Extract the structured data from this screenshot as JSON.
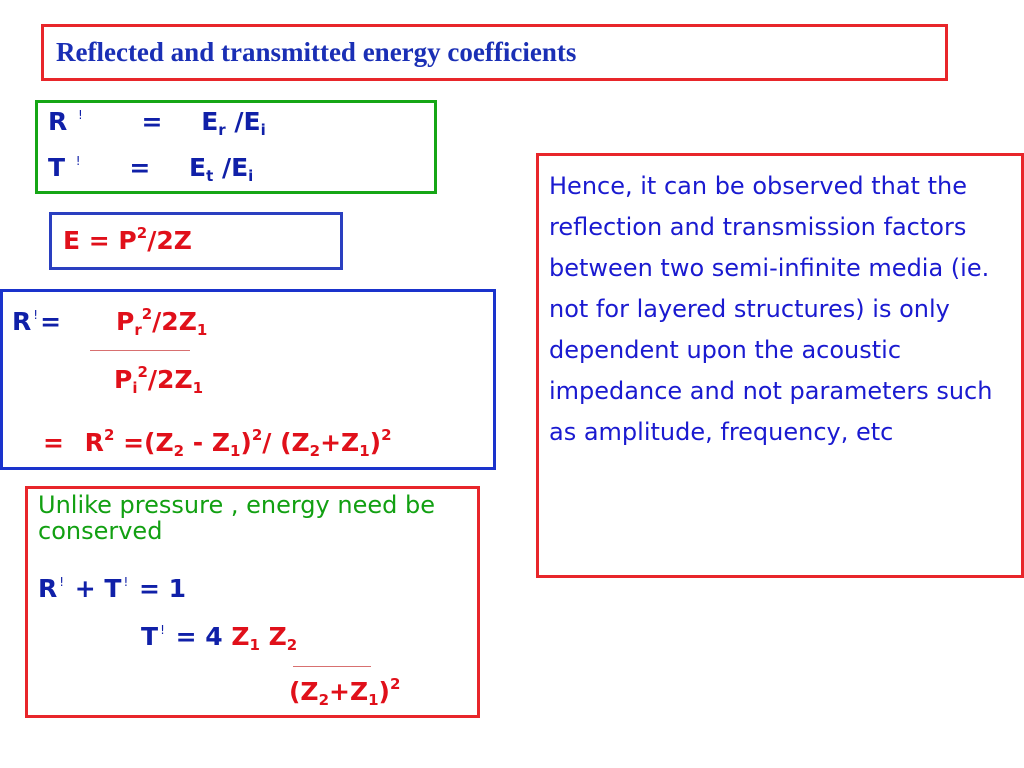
{
  "title": "Reflected and transmitted energy coefficients",
  "defs": {
    "r_sym": "R",
    "t_sym": "T",
    "mark": "!",
    "eq": "=",
    "E": "E",
    "sub_r": "r",
    "sub_t": "t",
    "sub_i": "i",
    "slash_E": "/E"
  },
  "energy": {
    "text": "E = P",
    "sup": "2",
    "rest": "/2Z"
  },
  "reflection": {
    "lhs": "R",
    "mark": "!",
    "eq": "=",
    "num_P": "P",
    "num_sub": "r",
    "num_sup": "2",
    "num_rest": "/2Z",
    "num_rest_sub": "1",
    "den_P": "P",
    "den_sub": "i",
    "den_sup": "2",
    "den_rest": "/2Z",
    "den_rest_sub": "1",
    "line3_eq": "=",
    "line3_R": "R",
    "line3_R_sup": "2",
    "line3_a": "=(Z",
    "line3_a_sub": "2",
    "line3_b": " - Z",
    "line3_b_sub": "1",
    "line3_c": ")",
    "line3_c_sup": "2",
    "line3_d": "/ (Z",
    "line3_d_sub": "2",
    "line3_e": "+Z",
    "line3_e_sub": "1",
    "line3_f": ")",
    "line3_f_sup": "2"
  },
  "conservation": {
    "statement": "Unlike pressure , energy need be conserved",
    "sum_R": "R",
    "sum_mark1": "!",
    "sum_plus": " + T",
    "sum_mark2": "!",
    "sum_eq": " =  1",
    "t_T": "T",
    "t_mark": "!",
    "t_eq": " = 4 ",
    "t_Z": "Z",
    "t_Z_sub": "1",
    "t_Z2": " Z",
    "t_Z2_sub": "2",
    "d_open": "(Z",
    "d_sub2": "2",
    "d_plus": "+Z",
    "d_sub1": "1",
    "d_close": ")",
    "d_sup": "2"
  },
  "note": "Hence, it can be observed that the reflection and transmission factors between two semi-infinite media (ie. not for layered structures) is only dependent upon the acoustic impedance and not parameters such as amplitude, frequency, etc",
  "colors": {
    "red_border": "#e8262a",
    "green_border": "#16a616",
    "blue_border": "#1a33cc",
    "blue_text": "#1020a8",
    "red_text": "#e0101a",
    "green_text": "#12a012"
  }
}
